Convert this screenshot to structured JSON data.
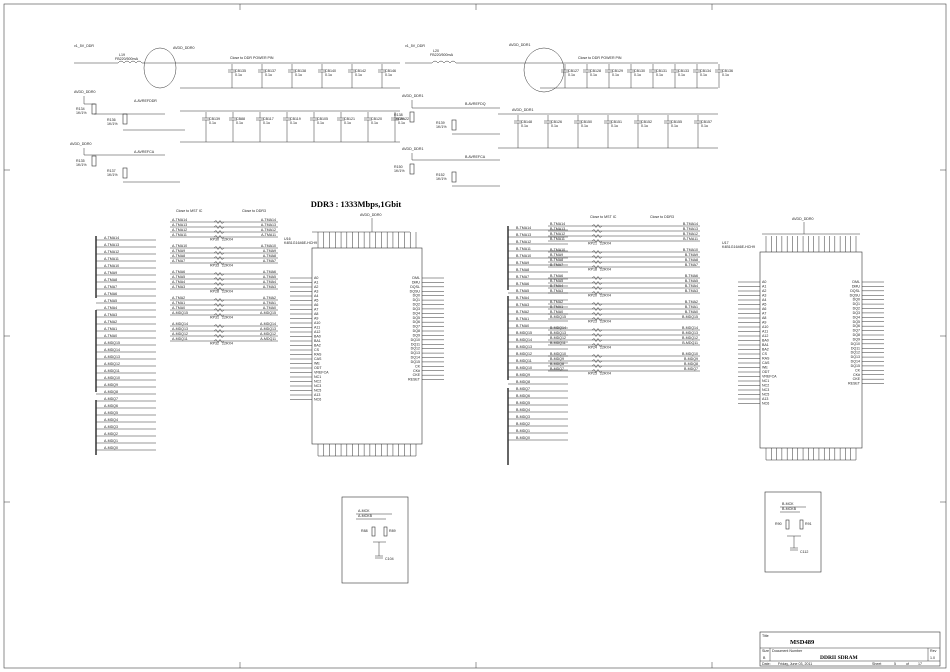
{
  "title": "DDR3 : 1333Mbps,1Gbit",
  "net_labels": {
    "v15_ddr_left": "v1_5V_DDR",
    "v15_ddr_right": "v1_5V_DDR",
    "avdd_ddr0_top": "AVDD_DDR0",
    "avdd_ddr1_top": "AVDD_DDR1",
    "avdd_ddr0_mid": "AVDD_DDR0",
    "avdd_ddr0_low": "AVDD_DDR0",
    "avdd_ddr1_mid": "AVDD_DDR1",
    "avdd_ddr1_low": "AVDD_DDR1",
    "avdd_ddr1_bus": "AVDD_DDR1",
    "avdd_ddr0_u16": "AVDD_DDR0",
    "avdd_ddr0_u17": "AVDD_DDR0",
    "avref_left": "A.AVREFDDR",
    "avref_left2": "A.AVREFCA",
    "bvref_right": "B.AVREFDQ",
    "bvref_right2": "B.AVREFCA",
    "close_to_power_left": "Close to DDR POWER PIN",
    "close_to_power_right": "Close to DDR POWER PIN",
    "close_to_mstic_left": "Close to MST IC",
    "close_to_ddr_left": "Close to DDR3",
    "close_to_mstic_right": "Close to MST IC",
    "close_to_ddr_right": "Close to DDR3"
  },
  "inductors": {
    "l19_ref": "L19",
    "l19_value": "FB220/500mA",
    "l20_ref": "L20",
    "l20_value": "FB220/500mA"
  },
  "chips": {
    "u16_ref": "U16",
    "u16_part": "K4B1G1646E-HCH9",
    "u17_ref": "U17",
    "u17_part": "K4B1G1646E-HCH9"
  },
  "cap_row_top_left": [
    "CB135",
    "CB137",
    "CB138",
    "CB140",
    "CB142",
    "CB146"
  ],
  "cap_row_top_right": [
    "CB127",
    "CB128",
    "CB129",
    "CB130",
    "CB131",
    "CB133",
    "CB134",
    "CB136"
  ],
  "cap_row_mid_left": [
    "CB139",
    "CB88",
    "CB117",
    "CB119",
    "CB105",
    "CB121",
    "CB120",
    "CB122"
  ],
  "cap_row_mid_right": [
    "CB148",
    "CB126",
    "CB150",
    "CB151",
    "CB152",
    "CB155",
    "CB157"
  ],
  "cap_value": "0.1u",
  "resistors_left": [
    {
      "ref": "R134",
      "value": "1K/1%"
    },
    {
      "ref": "R136",
      "value": "1K/1%"
    },
    {
      "ref": "R135",
      "value": "1K/1%"
    },
    {
      "ref": "R137",
      "value": "1K/1%"
    }
  ],
  "resistors_right": [
    {
      "ref": "R138",
      "value": "1K/1%"
    },
    {
      "ref": "R139",
      "value": "1K/1%"
    },
    {
      "ref": "R150",
      "value": "1K/1%"
    },
    {
      "ref": "R152",
      "value": "1K/1%"
    }
  ],
  "rpacks_left": [
    "RP30",
    "RP33",
    "RP28",
    "RP31",
    "RP32"
  ],
  "rpacks_right": [
    "RP21",
    "RP18",
    "RP20",
    "RP23",
    "RP24",
    "RP25"
  ],
  "rpack_value": "22RX4",
  "u16_pins_left": [
    "A0",
    "A1",
    "A2",
    "A3",
    "A4",
    "A5",
    "A6",
    "A7",
    "A8",
    "A9",
    "A10",
    "A11",
    "A12",
    "BA0",
    "BA1",
    "BA2",
    "CS",
    "RAS",
    "CAS",
    "WE",
    "ODT",
    "VREFCA",
    "NC1",
    "NC2",
    "NC3",
    "NC5",
    "A13",
    "NC6"
  ],
  "u16_pins_right": [
    "DML",
    "DMU",
    "DQSL",
    "DQSU",
    "DQ0",
    "DQ1",
    "DQ2",
    "DQ3",
    "DQ4",
    "DQ5",
    "DQ6",
    "DQ7",
    "DQ8",
    "DQ9",
    "DQ10",
    "DQ11",
    "DQ12",
    "DQ13",
    "DQ14",
    "DQ15",
    "CK",
    "CK#",
    "CKE",
    "RESET"
  ],
  "u17_pins_left": [
    "A0",
    "A1",
    "A2",
    "A3",
    "A4",
    "A5",
    "A6",
    "A7",
    "A8",
    "A9",
    "A10",
    "A11",
    "A12",
    "BA0",
    "BA1",
    "BA2",
    "CS",
    "RAS",
    "CAS",
    "WE",
    "ODT",
    "VREFCA",
    "NC1",
    "NC2",
    "NC3",
    "NC5",
    "A13",
    "NC6"
  ],
  "u17_pins_right": [
    "DML",
    "DMU",
    "DQSL",
    "DQSU",
    "DQ0",
    "DQ1",
    "DQ2",
    "DQ3",
    "DQ4",
    "DQ5",
    "DQ6",
    "DQ7",
    "DQ8",
    "DQ9",
    "DQ10",
    "DQ11",
    "DQ12",
    "DQ13",
    "DQ14",
    "DQ15",
    "CK",
    "CK#",
    "CKE",
    "RESET"
  ],
  "left_bus_nets": [
    "A-TMA14",
    "A-TMA13",
    "A-TMA12",
    "A-TMA11",
    "A-TMA10",
    "A-TMA9",
    "A-TMA8",
    "A-TMA7",
    "A-TMA6",
    "A-TMA5",
    "A-TMA4",
    "A-TMA3",
    "A-TMA2",
    "A-TMA1",
    "A-TMA0",
    "A-MDQ15",
    "A-MDQ14",
    "A-MDQ13",
    "A-MDQ12",
    "A-MDQ11",
    "A-MDQ10",
    "A-MDQ9",
    "A-MDQ8",
    "A-MDQ7",
    "A-MDQ6",
    "A-MDQ5",
    "A-MDQ4",
    "A-MDQ3",
    "A-MDQ2",
    "A-MDQ1",
    "A-MDQ0"
  ],
  "right_bus_nets": [
    "B-TMA14",
    "B-TMA13",
    "B-TMA12",
    "B-TMA11",
    "B-TMA10",
    "B-TMA9",
    "B-TMA8",
    "B-TMA7",
    "B-TMA6",
    "B-TMA5",
    "B-TMA4",
    "B-TMA3",
    "B-TMA2",
    "B-TMA1",
    "B-TMA0",
    "B-MDQ15",
    "B-MDQ14",
    "B-MDQ13",
    "B-MDQ12",
    "B-MDQ11",
    "B-MDQ10",
    "B-MDQ9",
    "B-MDQ8",
    "B-MDQ7",
    "B-MDQ6",
    "B-MDQ5",
    "B-MDQ4",
    "B-MDQ3",
    "B-MDQ2",
    "B-MDQ1",
    "B-MDQ0"
  ],
  "clock_left": {
    "net_p": "A-MCK",
    "net_n": "A-MCKB",
    "r1": "R88",
    "r2": "R89",
    "cap": "C104"
  },
  "clock_right": {
    "net_p": "B-MCK",
    "net_n": "B-MCKB",
    "r1": "R90",
    "r2": "R91",
    "cap": "C112"
  },
  "title_block": {
    "title_label": "Title",
    "title": "MSD489",
    "size_label": "Size",
    "size": "B",
    "docnum_label": "Document Number",
    "docnum": "DDRII SDRAM",
    "rev_label": "Rev",
    "rev": "1.0",
    "date_label": "Date:",
    "date": "Friday, June 03, 2011",
    "sheet_label": "Sheet",
    "sheet": "5",
    "of_label": "of",
    "of": "17"
  }
}
